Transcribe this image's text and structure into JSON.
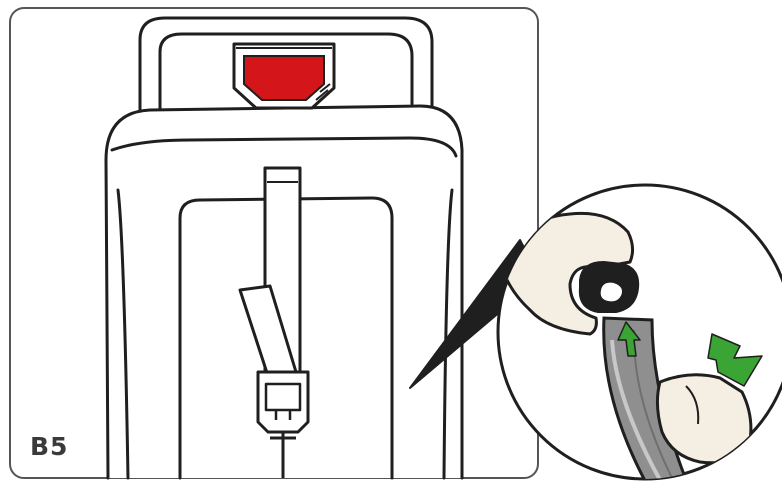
{
  "step": {
    "label": "B5"
  },
  "colors": {
    "outline": "#1f1f1f",
    "frame": "#555555",
    "headrest_button": "#d4161a",
    "skin": "#f5efe3",
    "strap": "#8f8f8f",
    "strap_light": "#c8c8c8",
    "arrow": "#3aa535",
    "belt": "#ffffff"
  },
  "icons": [
    "headrest-release-button",
    "green-arrow-up",
    "green-arrow-down",
    "hand",
    "belt-buckle"
  ]
}
